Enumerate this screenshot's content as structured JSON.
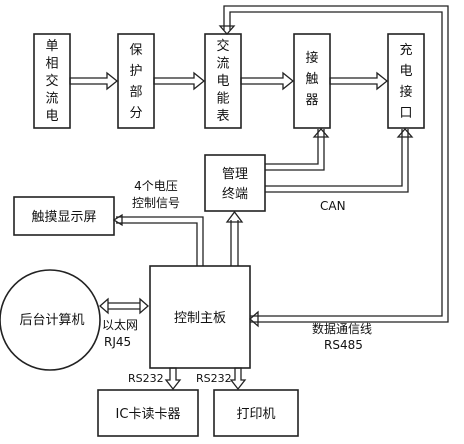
{
  "boxes": {
    "single_phase": "单相交流电",
    "protection": "保护部分",
    "ac_meter": "交流电能表",
    "contactor": "接触器",
    "charge_port": "充电接口",
    "mgmt_line1": "管理",
    "mgmt_line2": "终端",
    "touch_screen": "触摸显示屏",
    "control_board": "控制主板",
    "host": "后台计算机",
    "ic_reader": "IC卡读卡器",
    "printer": "打印机"
  },
  "labels": {
    "voltage_line1": "4个电压",
    "voltage_line2": "控制信号",
    "can": "CAN",
    "ethernet": "以太网",
    "rj45": "RJ45",
    "data_line": "数据通信线",
    "rs485": "RS485",
    "rs232_left": "RS232",
    "rs232_right": "RS232"
  }
}
